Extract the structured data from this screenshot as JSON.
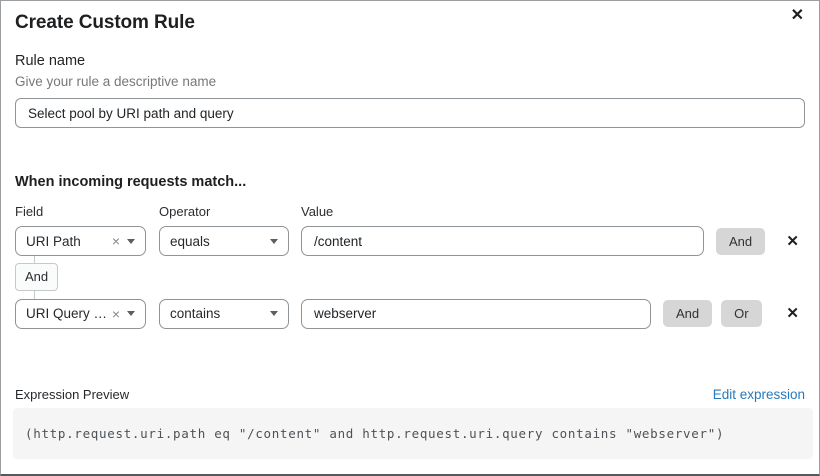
{
  "dialog": {
    "title": "Create Custom Rule"
  },
  "icons": {
    "close": "✕",
    "clear": "×",
    "delete": "✕"
  },
  "rule_name": {
    "label": "Rule name",
    "helper": "Give your rule a descriptive name",
    "value": "Select pool by URI path and query"
  },
  "match": {
    "heading": "When incoming requests match...",
    "columns": {
      "field": "Field",
      "operator": "Operator",
      "value": "Value"
    },
    "connector_label": "And",
    "rows": [
      {
        "field": "URI Path",
        "operator": "equals",
        "value": "/content",
        "and_label": "And"
      },
      {
        "field": "URI Query St...",
        "operator": "contains",
        "value": "webserver",
        "and_label": "And",
        "or_label": "Or"
      }
    ]
  },
  "expression": {
    "label": "Expression Preview",
    "edit_link": "Edit expression",
    "code": "(http.request.uri.path eq \"/content\" and http.request.uri.query contains \"webserver\")"
  },
  "colors": {
    "link_blue": "#2779bc",
    "combinator_button_bg": "#d6d6d6",
    "code_block_bg": "#f5f5f5",
    "input_border": "#8f9499"
  }
}
